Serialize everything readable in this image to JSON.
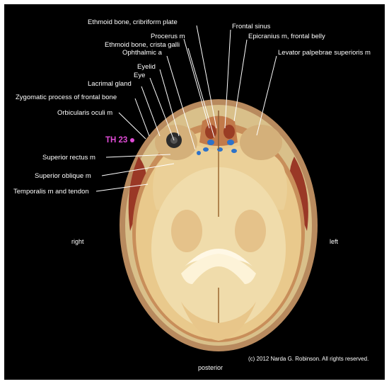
{
  "figure": {
    "slice_id": "TH 23",
    "orientation": {
      "right": "right",
      "left": "left",
      "posterior": "posterior"
    },
    "copyright": "(c) 2012 Narda G. Robinson.  All rights reserved.",
    "labels": [
      {
        "id": "ethmoid-cribriform",
        "text": "Ethmoid bone, cribriform plate"
      },
      {
        "id": "frontal-sinus",
        "text": "Frontal sinus"
      },
      {
        "id": "procerus",
        "text": "Procerus m"
      },
      {
        "id": "epicranius",
        "text": "Epicranius m, frontal belly"
      },
      {
        "id": "ethmoid-crista",
        "text": "Ethmoid bone, crista galli"
      },
      {
        "id": "ophthalmic-a",
        "text": "Ophthalmic a"
      },
      {
        "id": "levator-palpebrae",
        "text": "Levator palpebrae superioris m"
      },
      {
        "id": "eyelid",
        "text": "Eyelid"
      },
      {
        "id": "eye",
        "text": "Eye"
      },
      {
        "id": "lacrimal-gland",
        "text": "Lacrimal gland"
      },
      {
        "id": "zygomatic-process",
        "text": "Zygomatic process of frontal bone"
      },
      {
        "id": "orbicularis-oculi",
        "text": "Orbicularis oculi m"
      },
      {
        "id": "superior-rectus",
        "text": "Superior rectus m"
      },
      {
        "id": "superior-oblique",
        "text": "Superior oblique m"
      },
      {
        "id": "temporalis",
        "text": "Temporalis m and tendon"
      }
    ]
  }
}
